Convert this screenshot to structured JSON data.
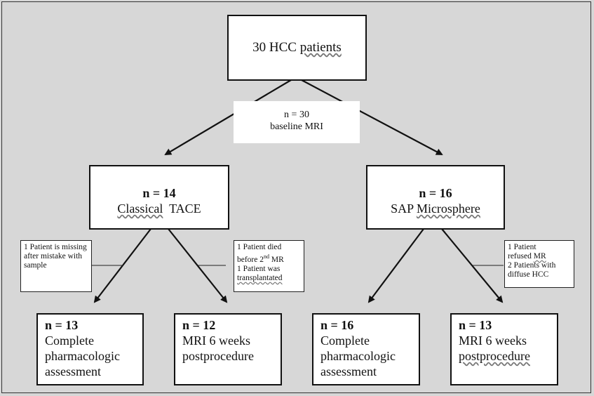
{
  "root": {
    "prefix": "30 HCC ",
    "word": "patients"
  },
  "split_note": {
    "line1": "n = 30",
    "line2": "baseline MRI"
  },
  "left_arm": {
    "n": "n = 14",
    "word1": "Classical",
    "word2": "TACE"
  },
  "right_arm": {
    "n": "n = 16",
    "word1": "SAP",
    "word2": "Microsphere"
  },
  "note_left": {
    "text": "1 Patient is missing after mistake with sample"
  },
  "note_mid": {
    "line1": "1 Patient died",
    "line2_pre": "before 2",
    "line2_sup": "nd",
    "line2_post": " MR",
    "line3": "1 Patient was",
    "line4": "transplantated"
  },
  "note_right": {
    "line1": "1 Patient",
    "line2_pre": "refused ",
    "line2_mr": "MR",
    "line3": "2 Patients with",
    "line4": "diffuse HCC"
  },
  "leaves": {
    "a": {
      "n": "n = 13",
      "l1": "Complete",
      "l2": "pharmacologic",
      "l3": "assessment"
    },
    "b": {
      "n": "n = 12",
      "l1": "MRI 6 weeks",
      "l2": "postprocedure"
    },
    "c": {
      "n": "n = 16",
      "l1": "Complete",
      "l2": "pharmacologic",
      "l3": "assessment"
    },
    "d": {
      "n": "n = 13",
      "l1": "MRI 6 weeks",
      "l2": "postprocedure"
    }
  }
}
